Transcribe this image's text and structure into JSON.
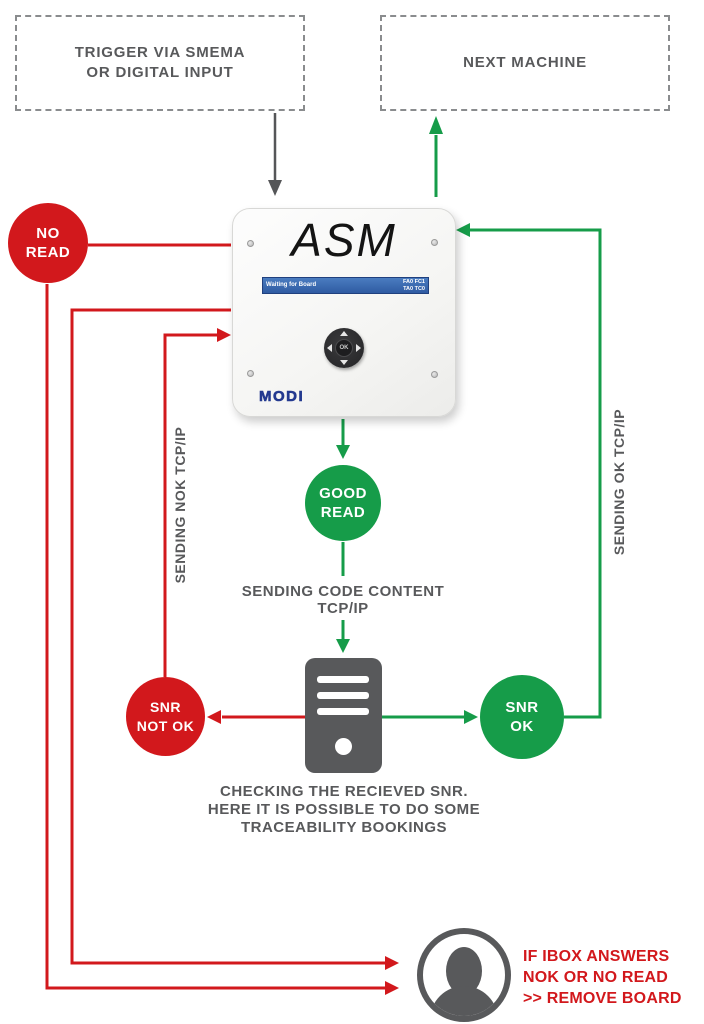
{
  "colors": {
    "red": "#d2181c",
    "green": "#169c49",
    "gray_text": "#58595b",
    "arrow_black": "#555658",
    "screen_blue": "#3a68ad",
    "modi_blue": "#23398f"
  },
  "boxes": {
    "trigger": {
      "line1": "TRIGGER VIA SMEMA",
      "line2": "OR DIGITAL INPUT"
    },
    "next_machine": {
      "label": "NEXT MACHINE"
    }
  },
  "device": {
    "brand": "ASM",
    "screen_status": "Waiting for Board",
    "screen_right_top": "FA0  FC1",
    "screen_right_bottom": "TA0  TC0",
    "ok_button": "OK",
    "logo": "MODI"
  },
  "nodes": {
    "no_read": {
      "line1": "NO",
      "line2": "READ"
    },
    "good_read": {
      "line1": "GOOD",
      "line2": "READ"
    },
    "snr_not_ok": {
      "line1": "SNR",
      "line2": "NOT OK"
    },
    "snr_ok": {
      "line1": "SNR",
      "line2": "OK"
    }
  },
  "labels": {
    "sending_nok_tcpip": "SENDING NOK TCP/IP",
    "sending_ok_tcpip": "SENDING OK TCP/IP",
    "sending_code_line1": "SENDING CODE CONTENT",
    "sending_code_line2": "TCP/IP",
    "checking_line1": "CHECKING THE RECIEVED SNR.",
    "checking_line2": "HERE IT IS POSSIBLE TO DO SOME",
    "checking_line3": "TRACEABILITY BOOKINGS",
    "remove_line1": "IF IBOX ANSWERS",
    "remove_line2": "NOK OR NO READ",
    "remove_line3": ">> REMOVE BOARD"
  }
}
